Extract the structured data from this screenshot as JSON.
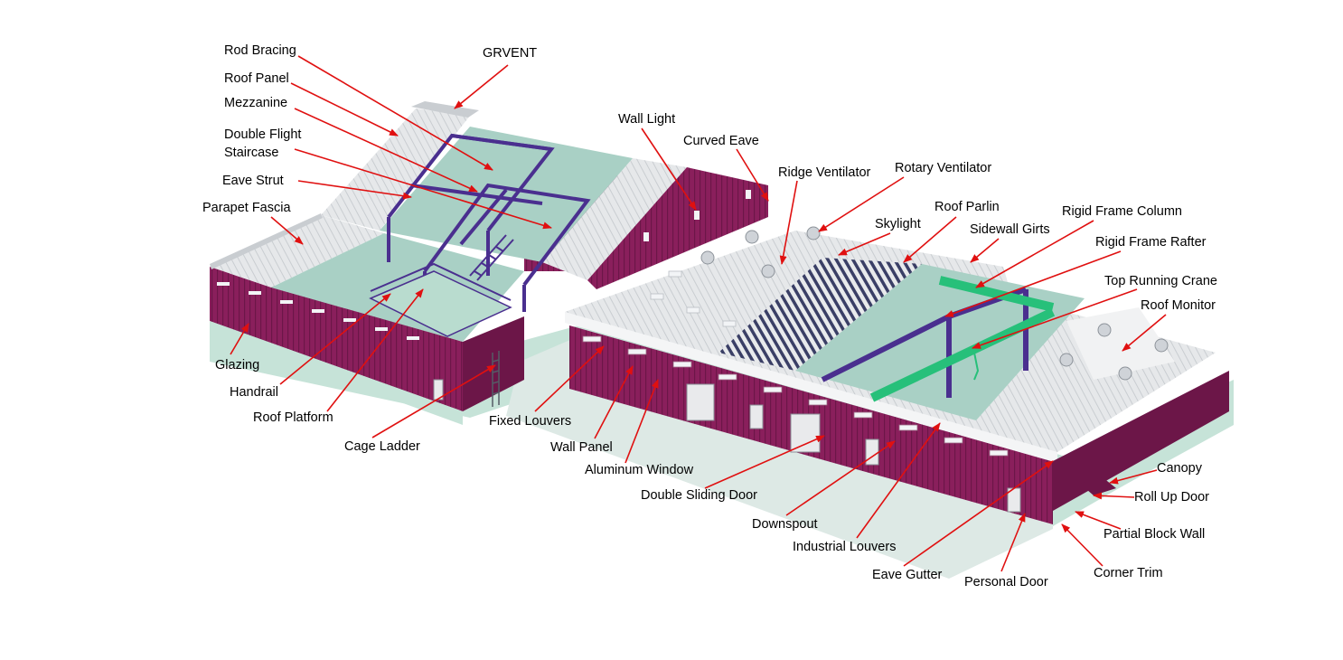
{
  "colors": {
    "wall": "#8a1f5c",
    "wall_dark": "#6c1648",
    "wall_light": "#a53676",
    "roof": "#e6e8ea",
    "roof_shade": "#c9cdd1",
    "roof_dark": "#3a3f66",
    "frame": "#4a2f8f",
    "frame_light": "#6a4fb8",
    "base": "#c6e3d8",
    "floor": "#a9d0c5",
    "crane": "#27c07a",
    "pointer": "#e01010",
    "window": "#f2f4f6",
    "door": "#e9eaec"
  },
  "labels": {
    "rod_bracing": "Rod Bracing",
    "grvent": "GRVENT",
    "roof_panel": "Roof Panel",
    "mezzanine": "Mezzanine",
    "double_flight_1": "Double Flight",
    "double_flight_2": "Staircase",
    "eave_strut": "Eave Strut",
    "parapet_fascia": "Parapet Fascia",
    "wall_light": "Wall Light",
    "curved_eave": "Curved Eave",
    "ridge_ventilator": "Ridge Ventilator",
    "rotary_ventilator": "Rotary Ventilator",
    "roof_parlin": "Roof Parlin",
    "skylight": "Skylight",
    "sidewall_girts": "Sidewall Girts",
    "rigid_frame_column": "Rigid Frame Column",
    "rigid_frame_rafter": "Rigid Frame Rafter",
    "top_running_crane": "Top Running Crane",
    "roof_monitor": "Roof Monitor",
    "glazing": "Glazing",
    "handrail": "Handrail",
    "roof_platform": "Roof Platform",
    "cage_ladder": "Cage Ladder",
    "fixed_louvers": "Fixed Louvers",
    "wall_panel": "Wall Panel",
    "aluminum_window": "Aluminum Window",
    "double_sliding_door": "Double Sliding Door",
    "downspout": "Downspout",
    "industrial_louvers": "Industrial Louvers",
    "eave_gutter": "Eave Gutter",
    "personal_door": "Personal Door",
    "canopy": "Canopy",
    "roll_up_door": "Roll Up Door",
    "partial_block_wall": "Partial Block Wall",
    "corner_trim": "Corner Trim"
  }
}
